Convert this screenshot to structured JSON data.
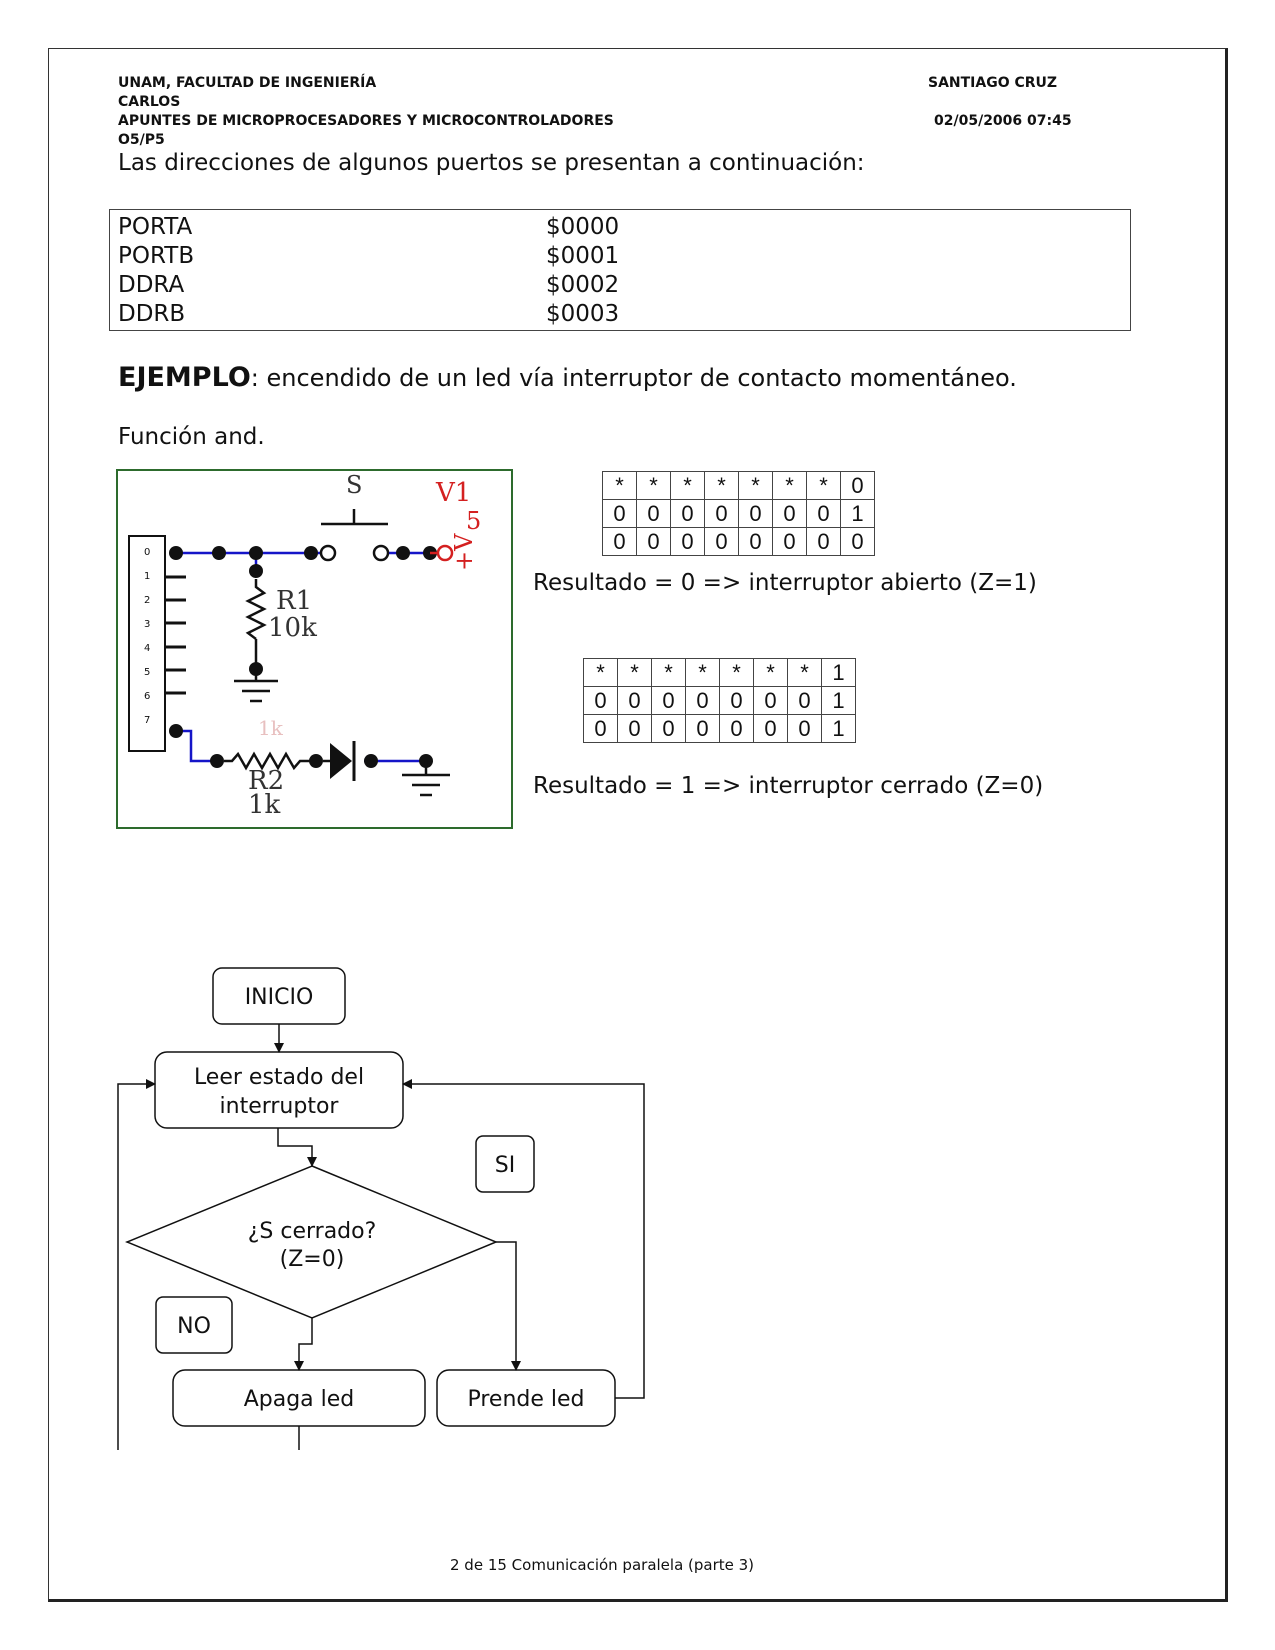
{
  "header": {
    "institution": "UNAM, FACULTAD DE INGENIERÍA",
    "author_first": "CARLOS",
    "course": "APUNTES DE MICROPROCESADORES Y MICROCONTROLADORES",
    "code": "O5/P5",
    "author_last": "SANTIAGO CRUZ",
    "datetime": "02/05/2006 07:45"
  },
  "intro": "Las direcciones de algunos puertos se presentan a continuación:",
  "ports": [
    {
      "name": "PORTA",
      "address": "$0000"
    },
    {
      "name": "PORTB",
      "address": "$0001"
    },
    {
      "name": "DDRA",
      "address": "$0002"
    },
    {
      "name": "DDRB",
      "address": "$0003"
    }
  ],
  "example": {
    "label": "EJEMPLO",
    "text": ": encendido de un led vía interruptor de contacto momentáneo."
  },
  "function_label": "Función and.",
  "circuit": {
    "switch_label": "S",
    "source_name": "V1",
    "source_value": "5",
    "source_symbol": "+V",
    "r1_name": "R1",
    "r1_value": "10k",
    "r2_name": "R2",
    "r2_value": "1k",
    "r2_ghost": "1k",
    "pins": [
      "0",
      "1",
      "2",
      "3",
      "4",
      "5",
      "6",
      "7"
    ]
  },
  "table_open": [
    [
      "*",
      "*",
      "*",
      "*",
      "*",
      "*",
      "*",
      "0"
    ],
    [
      "0",
      "0",
      "0",
      "0",
      "0",
      "0",
      "0",
      "1"
    ],
    [
      "0",
      "0",
      "0",
      "0",
      "0",
      "0",
      "0",
      "0"
    ]
  ],
  "result_open": "Resultado = 0 => interruptor abierto (Z=1)",
  "table_closed": [
    [
      "*",
      "*",
      "*",
      "*",
      "*",
      "*",
      "*",
      "1"
    ],
    [
      "0",
      "0",
      "0",
      "0",
      "0",
      "0",
      "0",
      "1"
    ],
    [
      "0",
      "0",
      "0",
      "0",
      "0",
      "0",
      "0",
      "1"
    ]
  ],
  "result_closed": "Resultado = 1 => interruptor cerrado (Z=0)",
  "flowchart": {
    "start": "INICIO",
    "read_line1": "Leer estado del",
    "read_line2": "interruptor",
    "decision_line1": "¿S cerrado?",
    "decision_line2": "(Z=0)",
    "yes": "SI",
    "no": "NO",
    "off": "Apaga led",
    "on": "Prende led"
  },
  "footer": "2 de 15 Comunicación paralela (parte 3)",
  "colors": {
    "wire": "#1515c8",
    "source": "#d42020",
    "circuit_border": "#2d6b2d"
  }
}
